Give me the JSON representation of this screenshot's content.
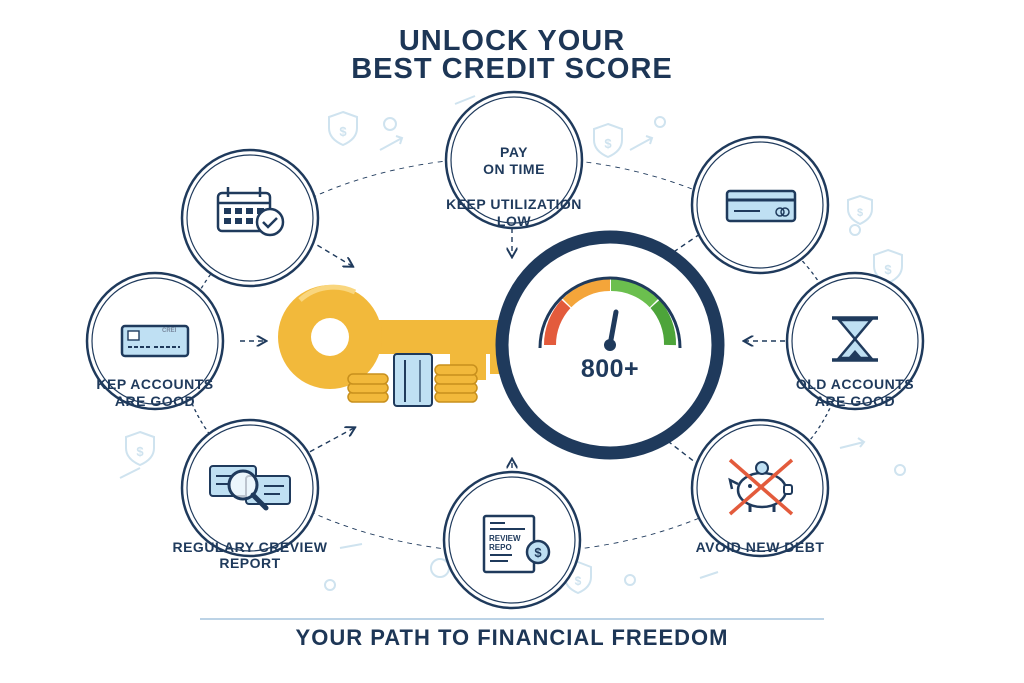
{
  "title": {
    "line1": "UNLOCK YOUR",
    "line2": "BEST CREDIT SCORE"
  },
  "score": "800+",
  "steps": {
    "pay_on_time": {
      "line1": "PAY",
      "line2": "ON TIME"
    },
    "utilization": {
      "line1": "KEEP UTILIZATION",
      "line2": "LOW"
    },
    "accounts_good": {
      "line1": "KEP ACCOUNTS",
      "line2": "ARE GOOD"
    },
    "old_accounts": {
      "line1": "OLD ACCOUNTS",
      "line2": "ARE GOOD"
    },
    "review_report": {
      "line1": "REGULARY CREVIEW",
      "line2": "REPORT"
    },
    "avoid_debt": {
      "line1": "AVOID NEW DEBT"
    }
  },
  "icon_text": {
    "card_label": "CREI",
    "doc_line1": "REVIEW",
    "doc_line2": "REPO"
  },
  "footer": "YOUR PATH TO FINANCIAL FREEDOM",
  "icons": [
    "calendar-check-icon",
    "credit-card-icon",
    "hourglass-icon",
    "no-piggy-bank-icon",
    "review-document-icon",
    "magnifier-report-icon",
    "key-icon",
    "gauge-icon",
    "coins-icon"
  ],
  "colors": {
    "navy": "#1f3a5c",
    "gold": "#f2b93b",
    "light_blue": "#bfe0f3",
    "gauge_red": "#e35b3c",
    "gauge_orange": "#f4a53a",
    "gauge_green": "#6bbf4e"
  }
}
